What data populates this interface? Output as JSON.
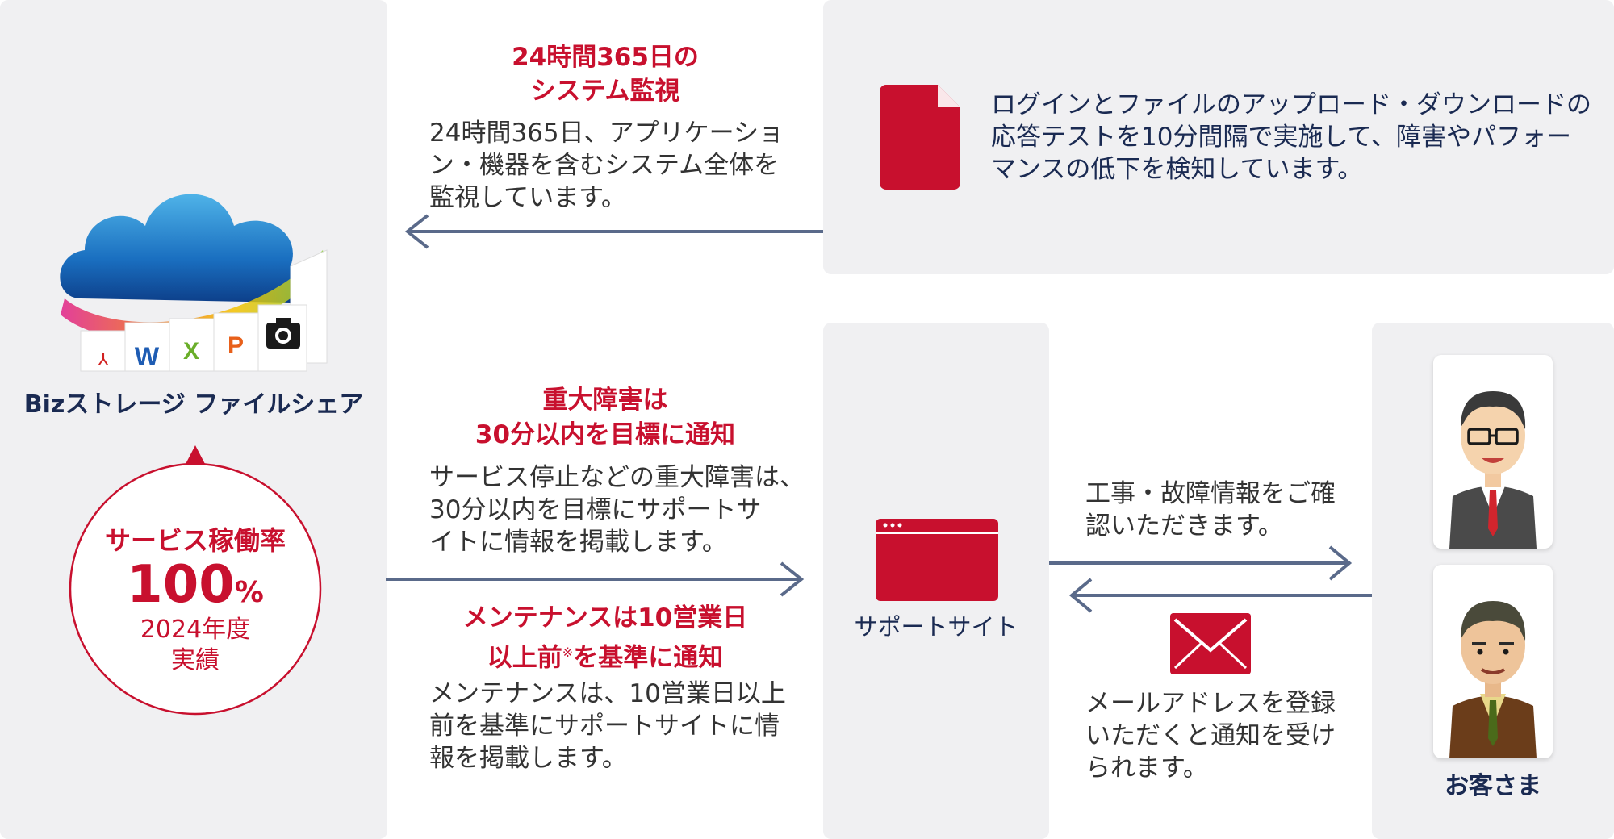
{
  "left": {
    "product_name": "Bizストレージ ファイルシェア",
    "rate_title": "サービス稼働率",
    "rate_value": "100",
    "rate_unit": "%",
    "rate_year": "2024年度",
    "rate_note": "実績",
    "cloud_icons": [
      "W",
      "X",
      "P"
    ]
  },
  "monitor": {
    "title_line1": "24時間365日の",
    "title_line2": "システム監視",
    "desc": [
      "24時間365日、アプリケーショ",
      "ン・機器を含むシステム全体を",
      "監視しています。"
    ]
  },
  "test_panel": {
    "desc": [
      "ログインとファイルのアップロード・ダウンロードの",
      "応答テストを10分間隔で実施して、障害やパフォー",
      "マンスの低下を検知しています。"
    ]
  },
  "failure": {
    "title_line1": "重大障害は",
    "title_line2": "30分以内を目標に通知",
    "desc": [
      "サービス停止などの重大障害は、",
      "30分以内を目標にサポートサ",
      "イトに情報を掲載します。"
    ]
  },
  "maintenance": {
    "title_line1": "メンテナンスは10営業日",
    "title_line2a": "以上前",
    "title_note_mark": "※",
    "title_line2b": "を基準に通知",
    "desc": [
      "メンテナンスは、10営業日以上",
      "前を基準にサポートサイトに情",
      "報を掲載します。"
    ]
  },
  "support": {
    "label": "サポートサイト"
  },
  "confirm": {
    "desc": [
      "工事・故障情報をご確",
      "認いただきます。"
    ]
  },
  "mail": {
    "desc": [
      "メールアドレスを登録",
      "いただくと通知を受け",
      "られます。"
    ]
  },
  "customer": {
    "label": "お客さま"
  },
  "colors": {
    "accent": "#c8102e",
    "navy": "#1a2a52",
    "arrow": "#5a6a8a",
    "panel": "#f0f0f2"
  }
}
